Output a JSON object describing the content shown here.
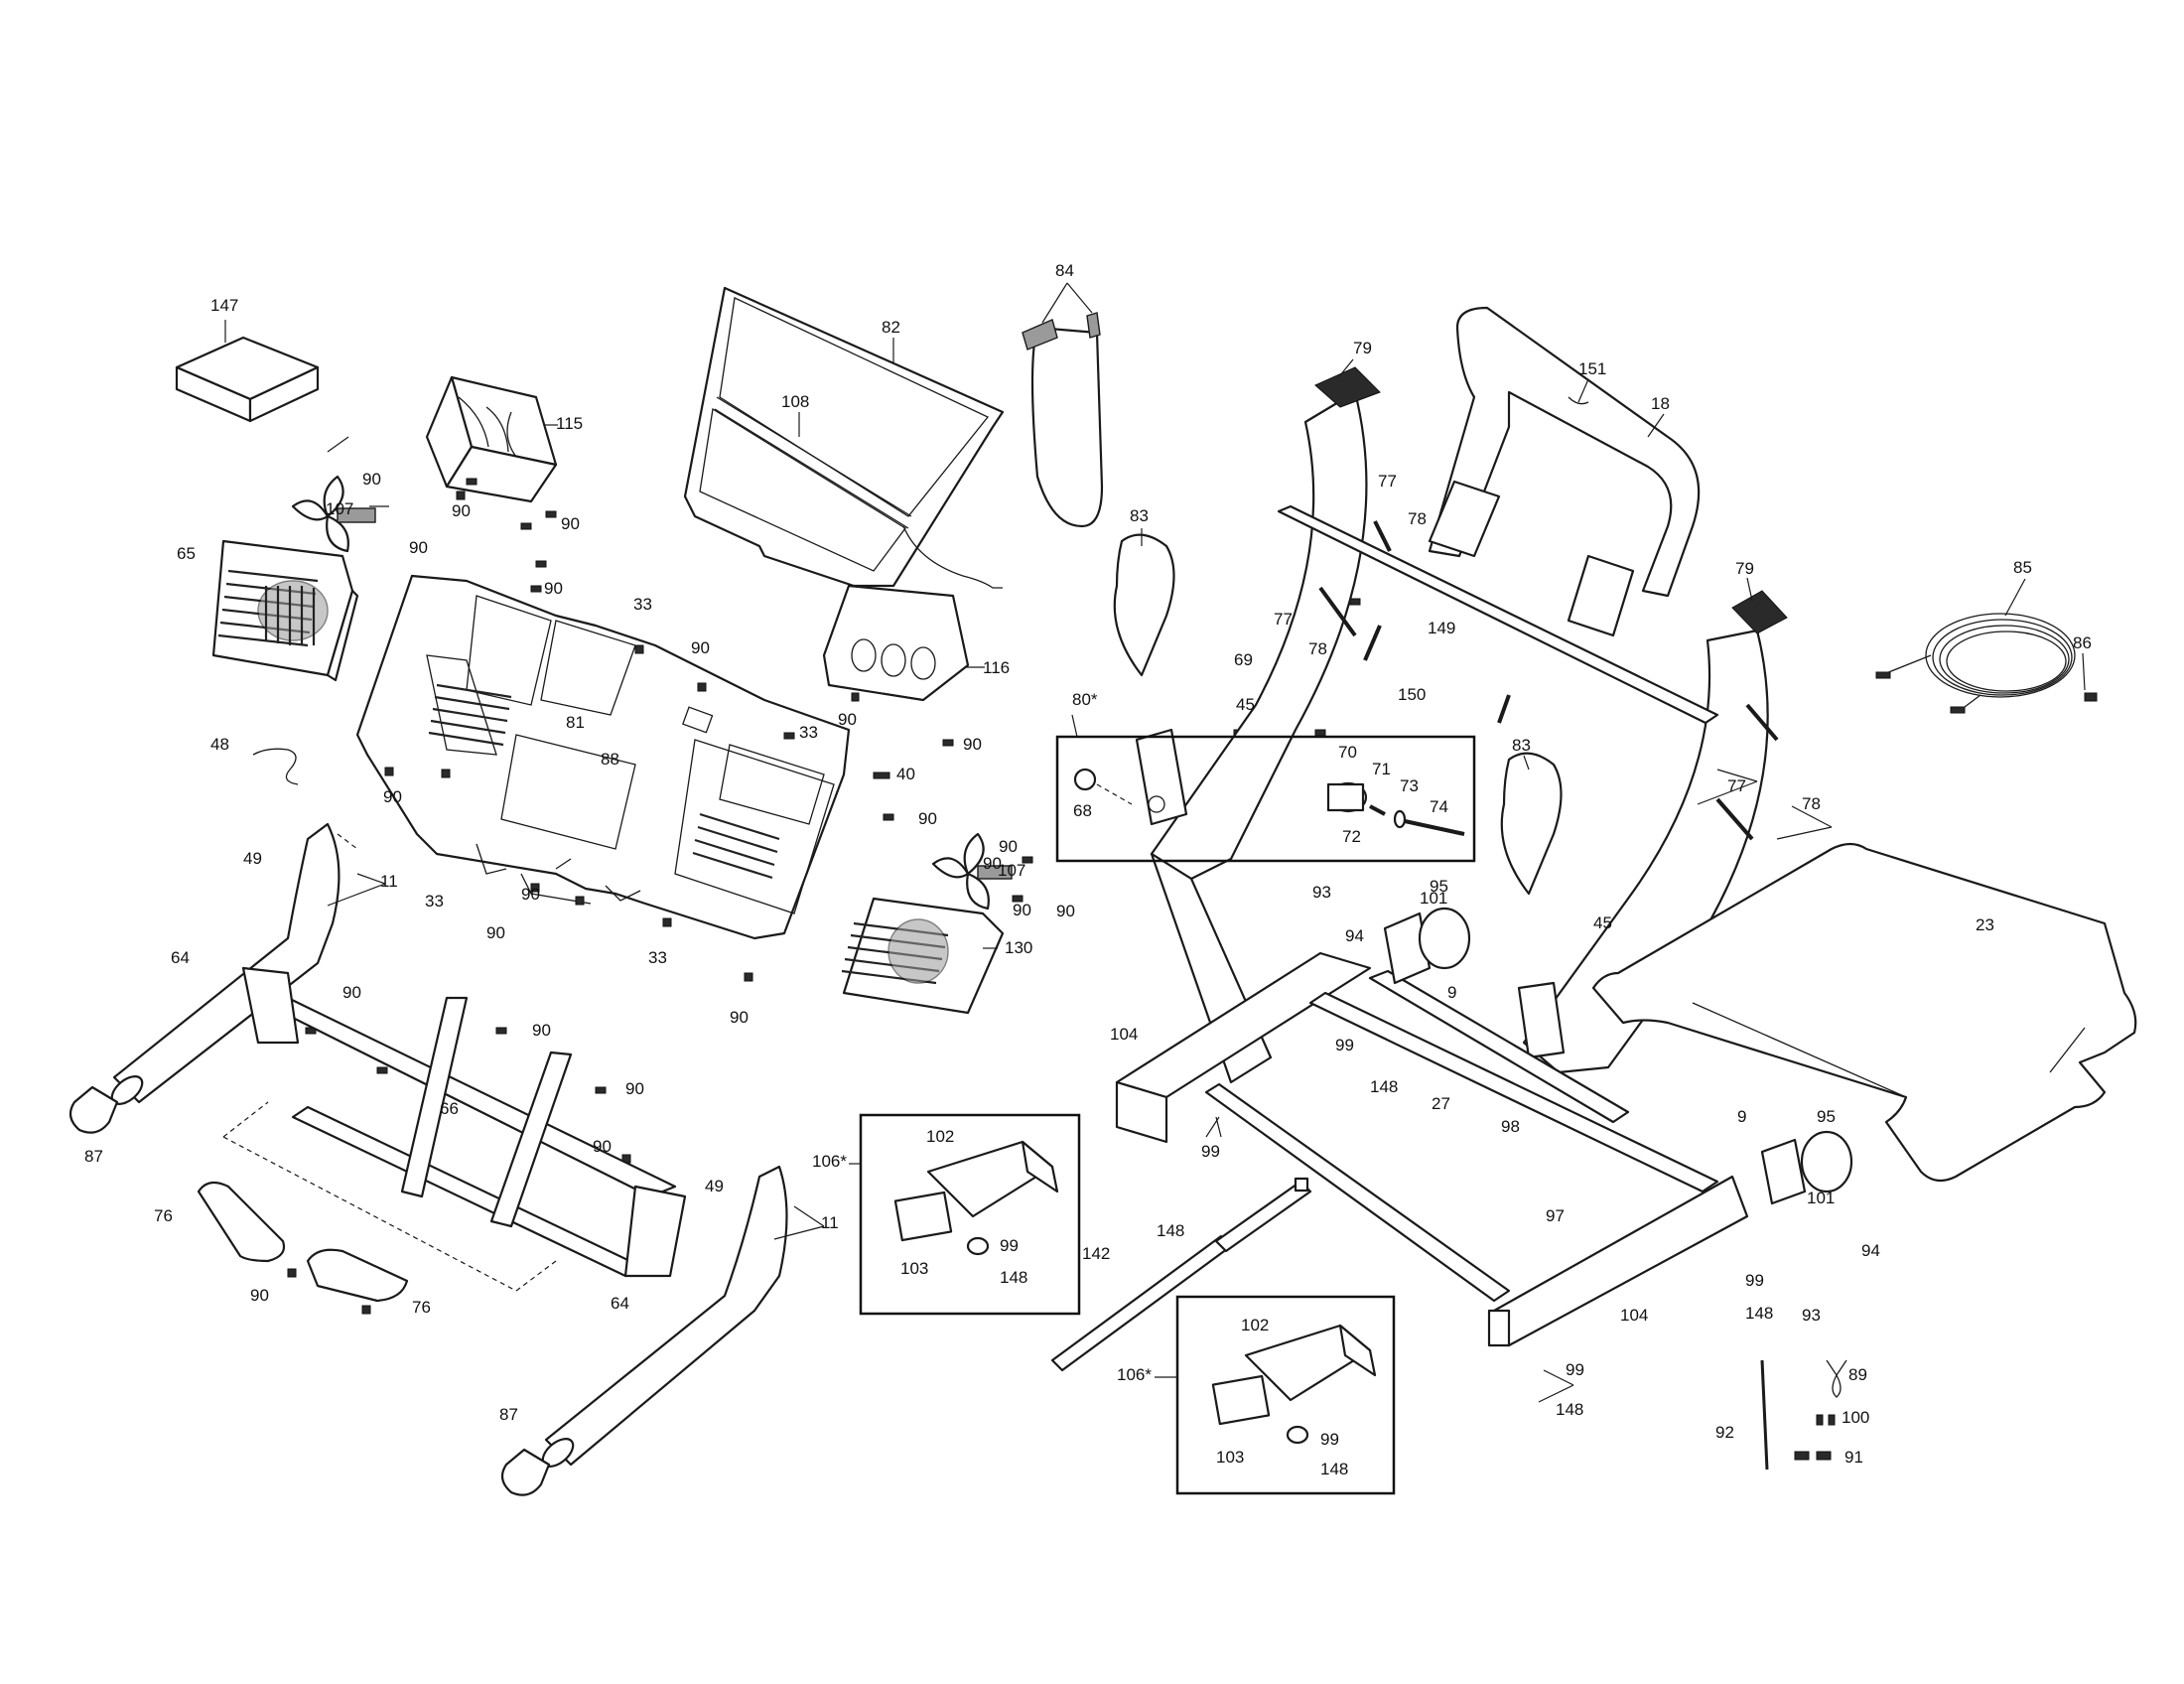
{
  "labels": {
    "p147": "147",
    "p115": "115",
    "p82": "82",
    "p108": "108",
    "p84": "84",
    "p79a": "79",
    "p79b": "79",
    "p151": "151",
    "p18": "18",
    "p85": "85",
    "p86": "86",
    "p107a": "107",
    "p107b": "107",
    "p65": "65",
    "p83a": "83",
    "p83b": "83",
    "p77a": "77",
    "p77b": "77",
    "p77c": "77",
    "p78a": "78",
    "p78b": "78",
    "p78c": "78",
    "p69": "69",
    "p149": "149",
    "p150": "150",
    "p33a": "33",
    "p33b": "33",
    "p33c": "33",
    "p33d": "33",
    "p116": "116",
    "p81": "81",
    "p88": "88",
    "p48": "48",
    "p40": "40",
    "p80": "80*",
    "p45a": "45",
    "p45b": "45",
    "p68": "68",
    "p70": "70",
    "p71": "71",
    "p73": "73",
    "p72": "72",
    "p74": "74",
    "p49a": "49",
    "p49b": "49",
    "p11a": "11",
    "p11b": "11",
    "p93a": "93",
    "p93b": "93",
    "p101a": "101",
    "p101b": "101",
    "p95a": "95",
    "p95b": "95",
    "p94a": "94",
    "p94b": "94",
    "p9a": "9",
    "p9b": "9",
    "p23": "23",
    "p130": "130",
    "p64a": "64",
    "p64b": "64",
    "p87a": "87",
    "p87b": "87",
    "p66": "66",
    "p104a": "104",
    "p104b": "104",
    "p99a": "99",
    "p99b": "99",
    "p99c": "99",
    "p99d": "99",
    "p99e": "99",
    "p99f": "99",
    "p148a": "148",
    "p148b": "148",
    "p148c": "148",
    "p148d": "148",
    "p148e": "148",
    "p148f": "148",
    "p27": "27",
    "p98": "98",
    "p97": "97",
    "p106a": "106*",
    "p106b": "106*",
    "p102a": "102",
    "p102b": "102",
    "p103a": "103",
    "p103b": "103",
    "p142": "142",
    "p76a": "76",
    "p76b": "76",
    "p89": "89",
    "p100": "100",
    "p91": "91",
    "p92": "92",
    "p90": [
      "90",
      "90",
      "90",
      "90",
      "90",
      "90",
      "90",
      "90",
      "90",
      "90",
      "90",
      "90",
      "90",
      "90",
      "90",
      "90",
      "90",
      "90",
      "90",
      "90",
      "90",
      "90"
    ]
  }
}
